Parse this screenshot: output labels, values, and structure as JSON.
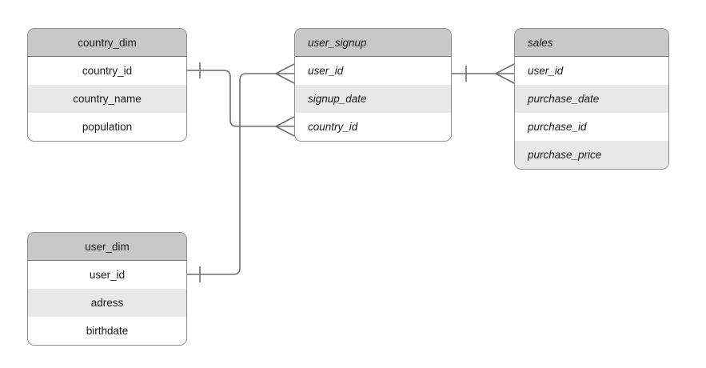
{
  "diagram": {
    "type": "entity-relationship-diagram",
    "notation": "crow's foot",
    "colors": {
      "header_fill": "#c8c8c8",
      "row_fill": "#ffffff",
      "row_alt_fill": "#e8e8e8",
      "border": "#8c8c8c",
      "connector": "#6e6e6e",
      "text": "#1a1a1a"
    }
  },
  "entities": [
    {
      "id": "country_dim",
      "name": "country_dim",
      "text_style": "plain",
      "fields": [
        {
          "name": "country_id",
          "shaded": false
        },
        {
          "name": "country_name",
          "shaded": true
        },
        {
          "name": "population",
          "shaded": false
        }
      ]
    },
    {
      "id": "user_signup",
      "name": "user_signup",
      "text_style": "italic",
      "fields": [
        {
          "name": "user_id",
          "shaded": false
        },
        {
          "name": "signup_date",
          "shaded": true
        },
        {
          "name": "country_id",
          "shaded": false
        }
      ]
    },
    {
      "id": "sales",
      "name": "sales",
      "text_style": "italic",
      "fields": [
        {
          "name": "user_id",
          "shaded": false
        },
        {
          "name": "purchase_date",
          "shaded": true
        },
        {
          "name": "purchase_id",
          "shaded": false
        },
        {
          "name": "purchase_price",
          "shaded": true
        }
      ]
    },
    {
      "id": "user_dim",
      "name": "user_dim",
      "text_style": "plain",
      "fields": [
        {
          "name": "user_id",
          "shaded": false
        },
        {
          "name": "adress",
          "shaded": true
        },
        {
          "name": "birthdate",
          "shaded": false
        }
      ]
    }
  ],
  "relationships": [
    {
      "id": "country_dim-to-user_signup",
      "from_entity": "country_dim",
      "from_field": "country_id",
      "from_cardinality": "one",
      "to_entity": "user_signup",
      "to_field": "country_id",
      "to_cardinality": "many"
    },
    {
      "id": "user_dim-to-user_signup",
      "from_entity": "user_dim",
      "from_field": "user_id",
      "from_cardinality": "one",
      "to_entity": "user_signup",
      "to_field": "user_id",
      "to_cardinality": "many"
    },
    {
      "id": "user_signup-to-sales",
      "from_entity": "user_signup",
      "from_field": "user_id",
      "from_cardinality": "one",
      "to_entity": "sales",
      "to_field": "user_id",
      "to_cardinality": "many"
    }
  ]
}
